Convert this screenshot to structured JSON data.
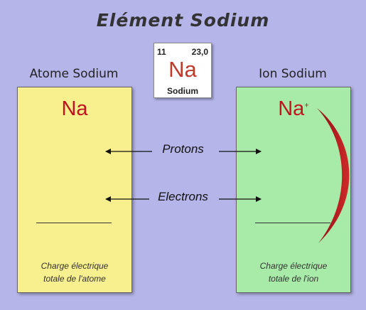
{
  "title": "Elément Sodium",
  "element_card": {
    "atomic_number": "11",
    "atomic_mass": "23,0",
    "symbol": "Na",
    "name": "Sodium"
  },
  "atom_panel": {
    "label": "Atome Sodium",
    "symbol": "Na",
    "footer_line1": "Charge électrique",
    "footer_line2": "totale de l'atome"
  },
  "ion_panel": {
    "label": "Ion Sodium",
    "symbol": "Na",
    "charge": "+",
    "footer_line1": "Charge électrique",
    "footer_line2": "totale de l'ion"
  },
  "rows": {
    "protons": "Protons",
    "electrons": "Electrons"
  },
  "colors": {
    "background": "#b5b5ea",
    "atom_panel": "#f8ef8e",
    "ion_panel": "#a8eba8",
    "symbol_red": "#c0141e"
  }
}
